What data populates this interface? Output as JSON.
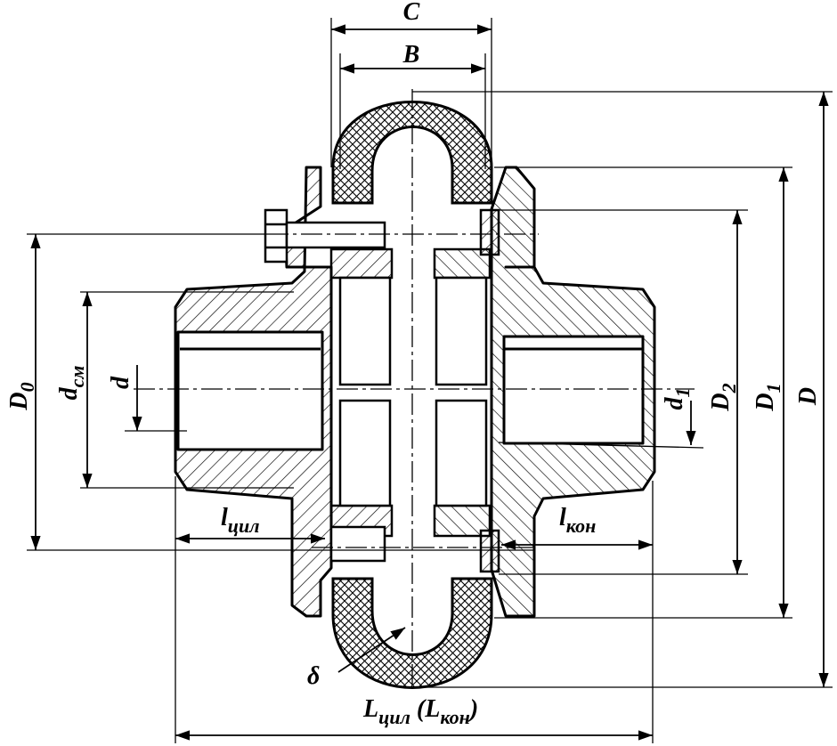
{
  "labels": {
    "C": "C",
    "B": "B",
    "D0": "D",
    "D0_sub": "0",
    "dcm": "d",
    "dcm_sub": "см",
    "d": "d",
    "d1": "d",
    "d1_sub": "1",
    "D2": "D",
    "D2_sub": "2",
    "D1": "D",
    "D1_sub": "1",
    "D": "D",
    "lcyl": "l",
    "lcyl_sub": "цил",
    "lkon": "l",
    "lkon_sub": "кон",
    "delta": "δ",
    "L_main": "L",
    "L_main_sub": "цил",
    "L_paren_open": " (L",
    "L_paren_sub": "кон",
    "L_paren_close": ")"
  },
  "colors": {
    "ink": "#000000",
    "paper": "#ffffff"
  }
}
